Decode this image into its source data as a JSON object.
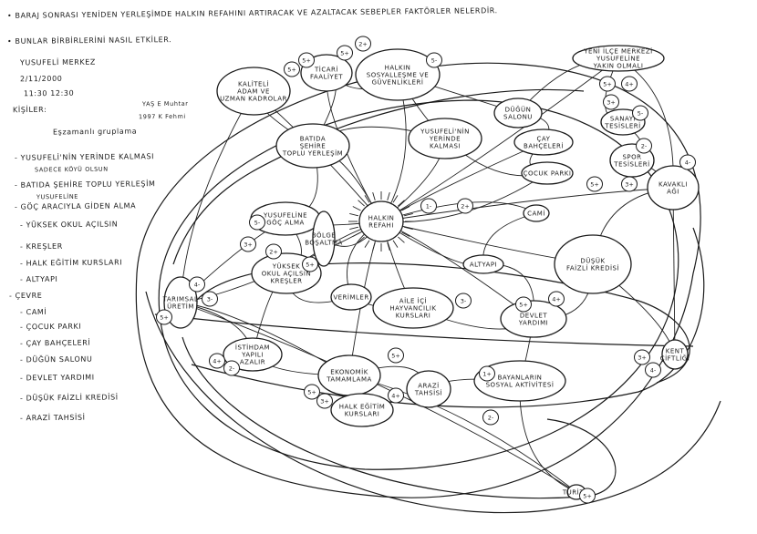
{
  "header": {
    "q1": "• BARAJ SONRASI YENİDEN YERLEŞİMDE HALKIN REFAHINI ARTIRACAK VE AZALTACAK SEBEPLER FAKTÖRLER NELERDİR.",
    "q2": "• BUNLAR BİRBİRLERİNİ NASIL ETKİLER.",
    "place": "YUSUFELİ MERKEZ",
    "date": "2/11/2000",
    "time": "11:30    12:30",
    "people_label": "KİŞİLER:",
    "person1": "YAŞ E Muhtar",
    "person2": "1997 K Fehmi",
    "list_title": "Eşzamanlı gruplama",
    "list": [
      "- YUSUFELİ'NİN YERİNDE KALMASI",
      "SADECE KÖYÜ OLSUN",
      "- BATIDA ŞEHİRE TOPLU YERLEŞİM",
      "YUSUFELİNE",
      "- GÖÇ ARACIYLA GİDEN ALMA",
      "- YÜKSEK OKUL AÇILSIN",
      "- KREŞLER",
      "- HALK EĞİTİM KURSLARI",
      "- ALTYAPI",
      "- ÇEVRE",
      "- CAMİ",
      "- ÇOCUK PARKI",
      "- ÇAY BAHÇELERİ",
      "- DÜĞÜN SALONU",
      "- DEVLET YARDIMI",
      "- DÜŞÜK FAİZLİ KREDİSİ",
      "- ARAZİ TAHSİSİ"
    ]
  },
  "map": {
    "center": [
      "HALKIN",
      "REFAHI"
    ],
    "nodes": [
      {
        "id": "ticaret",
        "lines": [
          "TİCARİ",
          "FAALİYET"
        ]
      },
      {
        "id": "kaliteli",
        "lines": [
          "KALİTELİ",
          "ADAM VE",
          "UZMAN KADROLAR"
        ]
      },
      {
        "id": "sosyal",
        "lines": [
          "HALKIN",
          "SOSYALLEŞME VE",
          "GÜVENLİKLERİ"
        ]
      },
      {
        "id": "yeniilce",
        "lines": [
          "YENİ İLÇE MERKEZİ",
          "YUSUFELİNE",
          "YAKIN OLMALI"
        ]
      },
      {
        "id": "batida",
        "lines": [
          "BATIDA",
          "ŞEHİRE",
          "TOPLU YERLEŞİM"
        ]
      },
      {
        "id": "yerinde",
        "lines": [
          "YUSUFELİ'NİN",
          "YERİNDE",
          "KALMASI"
        ]
      },
      {
        "id": "dugun",
        "lines": [
          "DÜĞÜN",
          "SALONU"
        ]
      },
      {
        "id": "sanayi",
        "lines": [
          "SANAYİ",
          "TESİSLERİ"
        ]
      },
      {
        "id": "cay",
        "lines": [
          "ÇAY",
          "BAHÇELERİ"
        ]
      },
      {
        "id": "cocuk",
        "lines": [
          "ÇOCUK PARKI"
        ]
      },
      {
        "id": "kosu",
        "lines": [
          "SPOR",
          "TESİSLERİ"
        ]
      },
      {
        "id": "kavakli",
        "lines": [
          "KAVAKLI",
          "AĞI"
        ]
      },
      {
        "id": "goc",
        "lines": [
          "YUSUFELİNE",
          "GÖÇ ALMA"
        ]
      },
      {
        "id": "bosaltma",
        "lines": [
          "BÖLGE",
          "BOŞALTMA"
        ]
      },
      {
        "id": "cami",
        "lines": [
          "CAMİ"
        ]
      },
      {
        "id": "dusuk",
        "lines": [
          "DÜŞÜK",
          "FAİZLİ KREDİSİ"
        ]
      },
      {
        "id": "yuksek",
        "lines": [
          "YÜKSEK",
          "OKUL AÇILSIN",
          "KREŞLER"
        ]
      },
      {
        "id": "altyapi",
        "lines": [
          "ALTYAPI"
        ]
      },
      {
        "id": "tarimsal",
        "lines": [
          "TARIMSAL",
          "ÜRETİM"
        ]
      },
      {
        "id": "verimli",
        "lines": [
          "VERİMLER"
        ]
      },
      {
        "id": "aile",
        "lines": [
          "AİLE İÇİ",
          "HAYVANCILIK",
          "KURSLARI"
        ]
      },
      {
        "id": "devlet",
        "lines": [
          "DEVLET",
          "YARDIMI"
        ]
      },
      {
        "id": "istihdam",
        "lines": [
          "İSTİHDAM",
          "YAPILI",
          "AZALIR"
        ]
      },
      {
        "id": "ekonomik",
        "lines": [
          "EKONOMİK",
          "TAMAMLAMA"
        ]
      },
      {
        "id": "halkegitim",
        "lines": [
          "HALK EĞİTİM",
          "KURSLARI"
        ]
      },
      {
        "id": "arazi",
        "lines": [
          "ARAZİ",
          "TAHSİSİ"
        ]
      },
      {
        "id": "bayandan",
        "lines": [
          "BAYANLARIN",
          "SOSYAL AKTİVİTESİ"
        ]
      },
      {
        "id": "kent",
        "lines": [
          "KENT",
          "ÇİFTLİĞİ"
        ]
      },
      {
        "id": "turizm",
        "lines": [
          "TURİZM"
        ]
      }
    ],
    "bubbles": [
      "5+",
      "5+",
      "5+",
      "2+",
      "5-",
      "5+",
      "4+",
      "3+",
      "5-",
      "2-",
      "5+",
      "3+",
      "4-",
      "5-",
      "3+",
      "2+",
      "5+",
      "4-",
      "3-",
      "5+",
      "4+",
      "2-",
      "5+",
      "3+",
      "4+",
      "5+",
      "1-",
      "2+",
      "3-",
      "5+",
      "4+",
      "1+",
      "2-",
      "5+",
      "3+",
      "4-"
    ]
  },
  "colors": {
    "ink": "#1a1a1a",
    "paper": "#ffffff"
  }
}
